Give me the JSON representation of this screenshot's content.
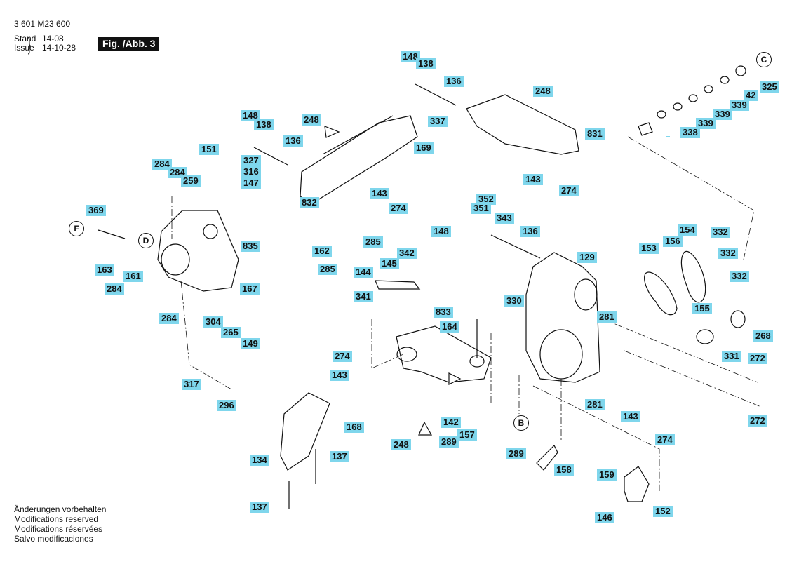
{
  "header": {
    "doc_number": "3 601 M23 600",
    "stand_label": "Stand",
    "issue_label": "Issue",
    "stand_old": "14-08",
    "issue_date": "14-10-28",
    "figure_title": "Fig. /Abb. 3"
  },
  "footer_notes": [
    "Änderungen vorbehalten",
    "Modifications reserved",
    "Modifications réservées",
    "Salvo modificaciones"
  ],
  "callouts": [
    "C",
    "F",
    "D",
    "B"
  ],
  "labels": [
    "148",
    "138",
    "136",
    "248",
    "337",
    "148",
    "138",
    "136",
    "169",
    "831",
    "143",
    "274",
    "151",
    "327",
    "316",
    "147",
    "284",
    "284",
    "259",
    "832",
    "248",
    "369",
    "835",
    "163",
    "161",
    "284",
    "167",
    "284",
    "304",
    "265",
    "149",
    "317",
    "296",
    "162",
    "285",
    "285",
    "143",
    "274",
    "352",
    "351",
    "343",
    "148",
    "136",
    "342",
    "145",
    "144",
    "341",
    "833",
    "164",
    "330",
    "274",
    "143",
    "142",
    "168",
    "248",
    "157",
    "289",
    "137",
    "134",
    "137",
    "129",
    "153",
    "154",
    "332",
    "156",
    "332",
    "332",
    "155",
    "281",
    "268",
    "331",
    "272",
    "272",
    "281",
    "143",
    "274",
    "289",
    "158",
    "159",
    "146",
    "152",
    "325",
    "42",
    "339",
    "339",
    "339",
    "338"
  ],
  "colors": {
    "label_bg": "#7fd6ec",
    "line": "#111111"
  }
}
